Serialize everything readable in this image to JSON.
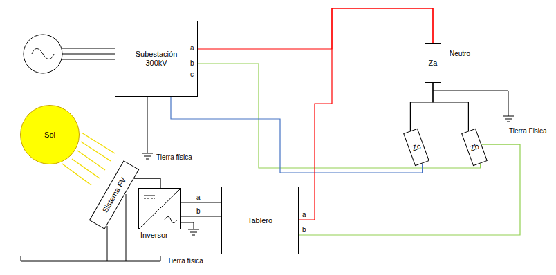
{
  "diagram": {
    "nodes": [
      {
        "text": [
          "Subestación 300kV"
        ]
      },
      {
        "text": [
          "Za"
        ]
      },
      {
        "text": [
          "Sol"
        ]
      },
      {
        "text": [
          "Sistema FV"
        ]
      },
      {
        "text": [
          "Zc"
        ]
      },
      {
        "text": [
          "Zb"
        ]
      },
      {
        "text": [
          "Inversor"
        ]
      },
      {
        "text": [
          "Tablero"
        ]
      }
    ],
    "edges": [
      {
        "from": 0,
        "to": 1,
        "arrow": "none"
      },
      {
        "from": 0,
        "to": 5,
        "arrow": "none"
      },
      {
        "from": 0,
        "to": 4,
        "arrow": "none"
      },
      {
        "from": 1,
        "to": 4,
        "arrow": "none"
      },
      {
        "from": 1,
        "to": 5,
        "arrow": "none"
      },
      {
        "from": 3,
        "to": 6,
        "arrow": "none"
      },
      {
        "from": 6,
        "to": 7,
        "arrow": "none"
      },
      {
        "from": 6,
        "to": 7,
        "arrow": "none"
      },
      {
        "from": 7,
        "to": 1,
        "arrow": "none"
      },
      {
        "from": 7,
        "to": 5,
        "arrow": "none"
      }
    ],
    "labels": [
      "a",
      "b",
      "c",
      "Neutro",
      "Tierra física",
      "Tierra Fisica",
      "a",
      "b",
      "a",
      "b",
      "Tierra física"
    ]
  }
}
